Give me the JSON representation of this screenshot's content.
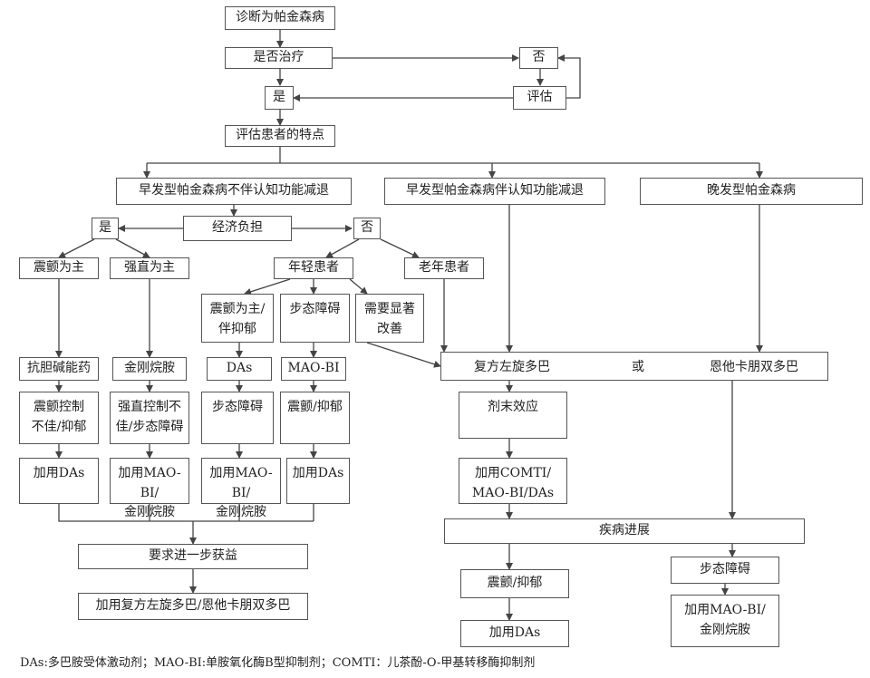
{
  "nodes": {
    "diagnosis": "诊断为帕金森病",
    "treat_q": "是否治疗",
    "no_top": "否",
    "yes_top": "是",
    "evaluate": "评估",
    "assess": "评估患者的特点",
    "early_no_cog": "早发型帕金森病不伴认知功能减退",
    "early_cog": "早发型帕金森病伴认知功能减退",
    "late": "晚发型帕金森病",
    "yes_econ": "是",
    "econ": "经济负担",
    "no_econ": "否",
    "tremor_main": "震颤为主",
    "rigid_main": "强直为主",
    "young": "年轻患者",
    "old": "老年患者",
    "tremor_dep": "震颤为主/\n伴抑郁",
    "gait": "步态障碍",
    "need_improve": "需要显著\n改善",
    "anticholinergic": "抗胆碱能药",
    "amantadine": "金刚烷胺",
    "das1": "DAs",
    "maobi1": "MAO-BI",
    "levodopa_label": "复方左旋多巴",
    "or_label": "或",
    "entacapone_label": "恩他卡朋双多巴",
    "tremor_ctrl": "震颤控制\n不佳/抑郁",
    "rigid_ctrl": "强直控制不\n佳/步态障碍",
    "gait2": "步态障碍",
    "tremor_dep2": "震颤/抑郁",
    "wearing_off": "剂末效应",
    "add_das1": "加用DAs",
    "add_maobi_am1": "加用MAO-BI/\n金刚烷胺",
    "add_maobi_am2": "加用MAO-BI/\n金刚烷胺",
    "add_das2": "加用DAs",
    "add_comt": "加用COMTI/\nMAO-BI/DAs",
    "progression": "疾病进展",
    "further_benefit": "要求进一步获益",
    "gait3": "步态障碍",
    "tremor_dep3": "震颤/抑郁",
    "add_levodopa": "加用复方左旋多巴/恩他卡朋双多巴",
    "add_maobi_am3": "加用MAO-BI/\n金刚烷胺",
    "add_das3": "加用DAs"
  },
  "footnote": "DAs:多巴胺受体激动剂；MAO-BI:单胺氧化酶B型抑制剂；COMTI：儿茶酚-O-甲基转移酶抑制剂",
  "colors": {
    "line": "#444444",
    "border": "#555555"
  }
}
